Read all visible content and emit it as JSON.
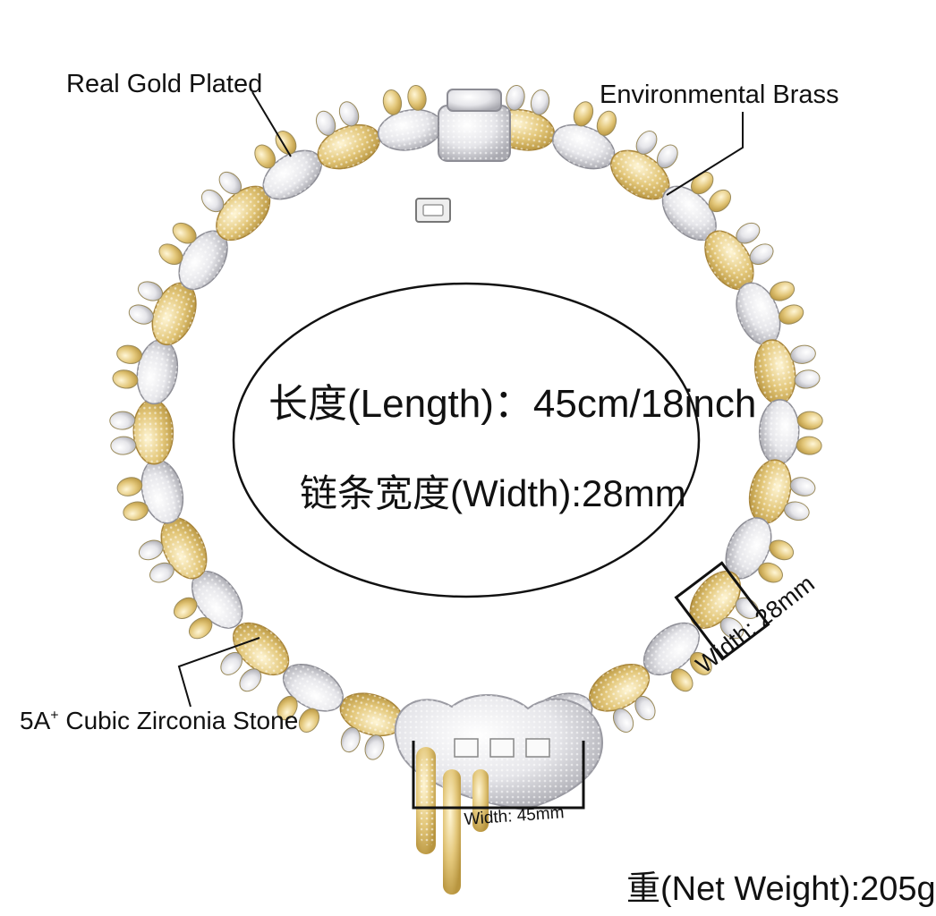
{
  "annotations": {
    "gold_plated": "Real Gold Plated",
    "brass": "Environmental Brass",
    "stone_prefix": "5A",
    "stone_sup": "+",
    "stone_rest": " Cubic Zirconia Stone",
    "chain_width_dim": "Width: 28mm",
    "pendant_width_dim": "Width: 45mm"
  },
  "specs": {
    "length": "长度(Length)：45cm/18inch",
    "chain_width": "链条宽度(Width):28mm",
    "net_weight": "重(Net Weight):205g"
  },
  "colors": {
    "gold": "#e3c77a",
    "gold_dark": "#b8953f",
    "silver": "#e6e6ea",
    "silver_dark": "#a9a9b0",
    "outline": "#111111"
  }
}
